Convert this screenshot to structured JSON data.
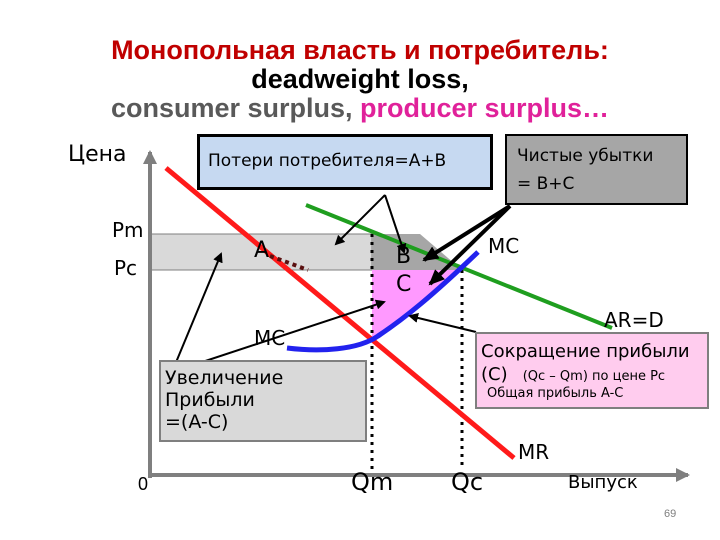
{
  "title": {
    "line1": "Монопольная власть и потребитель:",
    "line2": "deadweight loss,",
    "line3_part1": "consumer surplus",
    "line3_sep": ", ",
    "line3_part2": "producer surplus…"
  },
  "axes": {
    "y_label": "Цена",
    "x_label": "Выпуск",
    "origin": "0",
    "pm": "Pm",
    "pc": "Pc",
    "qm": "Qm",
    "qc": "Qc"
  },
  "regions": {
    "a": "A",
    "b": "B",
    "c": "C"
  },
  "curves": {
    "mc_upper": "MC",
    "mc_lower": "MC",
    "ar": "AR=D",
    "mr": "MR"
  },
  "boxes": {
    "consumer_loss": "Потери потребителя=A+B",
    "deadweight_loss_line1": "Чистые убытки",
    "deadweight_loss_line2": "= B+C",
    "profit_increase_line1": "Увеличение",
    "profit_increase_line2": "Прибыли",
    "profit_increase_line3": "=(A-C)",
    "profit_decrease_line1": "Сокращение прибыли",
    "profit_decrease_line2a": "(C)",
    "profit_decrease_line2b": "(Qc – Qm) по цене Pc",
    "profit_decrease_line3": "Общая прибыль A-C"
  },
  "page_number": "69",
  "colors": {
    "title_red": "#c00000",
    "title_gray": "#595959",
    "title_pink": "#e0219a",
    "demand_green": "#1f9e1f",
    "mr_red": "#ff1a1a",
    "mc_blue": "#2222ee",
    "area_gray": "#d9d9d9",
    "area_pink": "#ff99ff",
    "consumer_loss_fill": "#c6d9f1",
    "deadweight_fill": "#a6a6a6",
    "profit_increase_fill": "#d9d9d9",
    "profit_decrease_fill": "#ffccee"
  }
}
